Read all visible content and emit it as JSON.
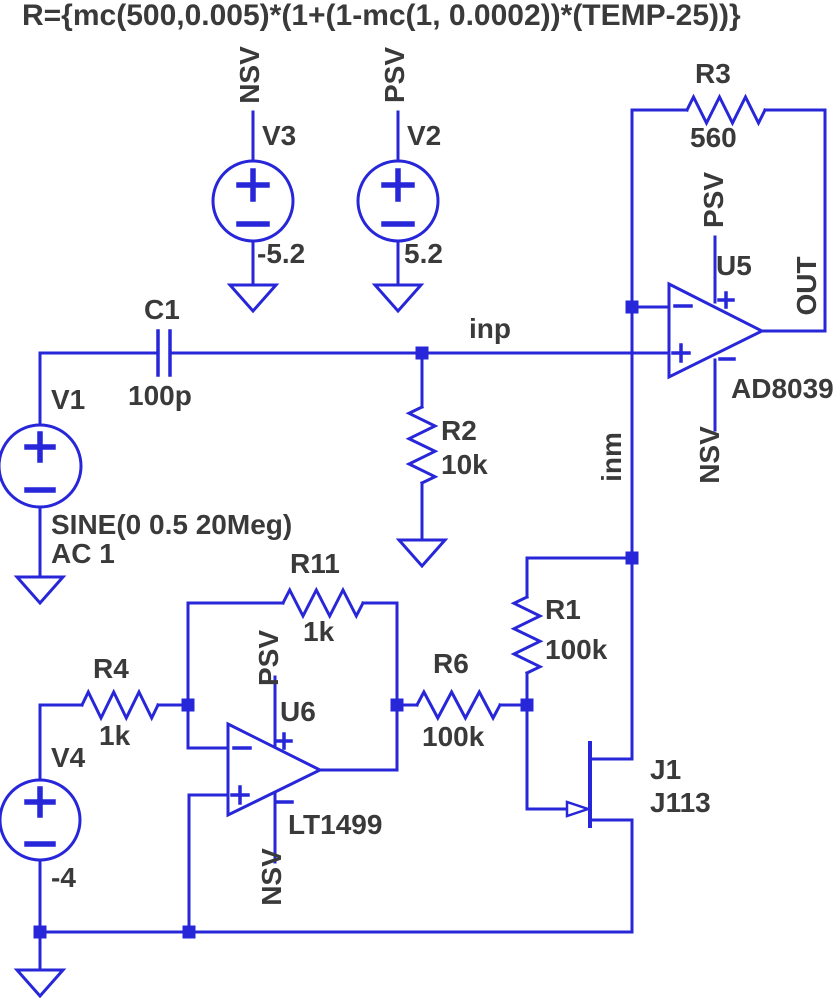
{
  "formula": "R={mc(500,0.005)*(1+(1-mc(1, 0.0002))*(TEMP-25))}",
  "colors": {
    "wire": "#2727d9",
    "text": "#3a3a3a",
    "background": "#ffffff"
  },
  "nets": {
    "inp": "inp",
    "inm": "inm",
    "out": "OUT"
  },
  "components": {
    "v1": {
      "name": "V1",
      "value_line1": "SINE(0 0.5 20Meg)",
      "value_line2": "AC 1"
    },
    "v2": {
      "name": "V2",
      "value": "5.2",
      "net": "PSV"
    },
    "v3": {
      "name": "V3",
      "value": "-5.2",
      "net": "NSV"
    },
    "v4": {
      "name": "V4",
      "value": "-4"
    },
    "c1": {
      "name": "C1",
      "value": "100p"
    },
    "r1": {
      "name": "R1",
      "value": "100k"
    },
    "r2": {
      "name": "R2",
      "value": "10k"
    },
    "r3": {
      "name": "R3",
      "value": "560"
    },
    "r4": {
      "name": "R4",
      "value": "1k"
    },
    "r6": {
      "name": "R6",
      "value": "100k"
    },
    "r11": {
      "name": "R11",
      "value": "1k"
    },
    "u5": {
      "name": "U5",
      "model": "AD8039",
      "vplus": "PSV",
      "vminus": "NSV",
      "out": "OUT"
    },
    "u6": {
      "name": "U6",
      "model": "LT1499",
      "vplus": "PSV",
      "vminus": "NSV"
    },
    "j1": {
      "name": "J1",
      "model": "J113"
    }
  }
}
